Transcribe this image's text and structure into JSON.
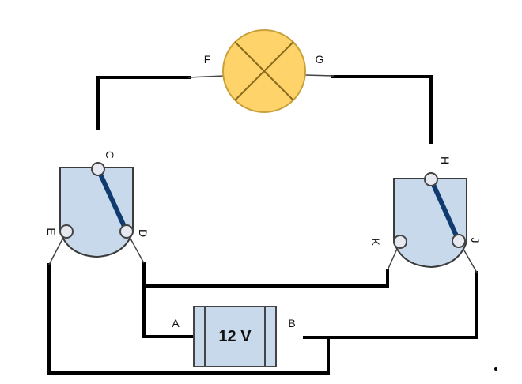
{
  "circuit": {
    "battery": {
      "label": "12 V",
      "terminal_left": "A",
      "terminal_right": "B"
    },
    "lamp": {
      "terminal_left": "F",
      "terminal_right": "G"
    },
    "switch_left": {
      "common": "C",
      "left": "E",
      "right": "D"
    },
    "switch_right": {
      "common": "H",
      "left": "K",
      "right": "J"
    }
  },
  "colors": {
    "lamp_fill": "#fdd36a",
    "lamp_stroke": "#c9a13b",
    "switch_fill": "#c9d9ec",
    "switch_stroke": "#3b3b3b",
    "switch_lever": "#0f3b6e",
    "battery_fill": "#c9d9ec",
    "wire": "#000000"
  }
}
